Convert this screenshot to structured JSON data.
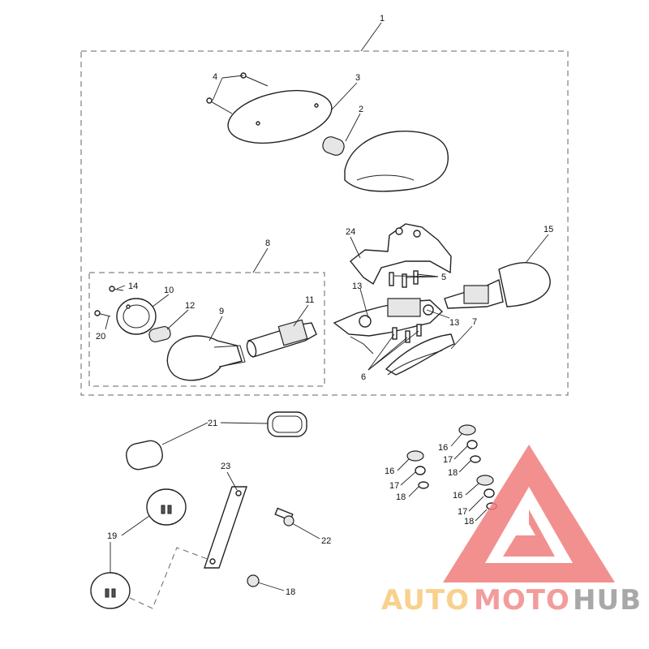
{
  "callouts": {
    "c1": "1",
    "c2": "2",
    "c3": "3",
    "c4": "4",
    "c5": "5",
    "c6": "6",
    "c7": "7",
    "c8": "8",
    "c9": "9",
    "c10": "10",
    "c11": "11",
    "c12": "12",
    "c13a": "13",
    "c13b": "13",
    "c14": "14",
    "c15": "15",
    "c16a": "16",
    "c16b": "16",
    "c16c": "16",
    "c17a": "17",
    "c17b": "17",
    "c17c": "17",
    "c18a": "18",
    "c18b": "18",
    "c18c": "18",
    "c18d": "18",
    "c19": "19",
    "c20": "20",
    "c21": "21",
    "c22": "22",
    "c23": "23",
    "c24": "24"
  },
  "watermark": {
    "part1": "AUTO",
    "part2": "MOTO",
    "part3": "HUB",
    "color1": "#f7c97a",
    "color2": "#f08b8b",
    "color3": "#9a9a9a",
    "triangle_color": "#f07d7d"
  }
}
